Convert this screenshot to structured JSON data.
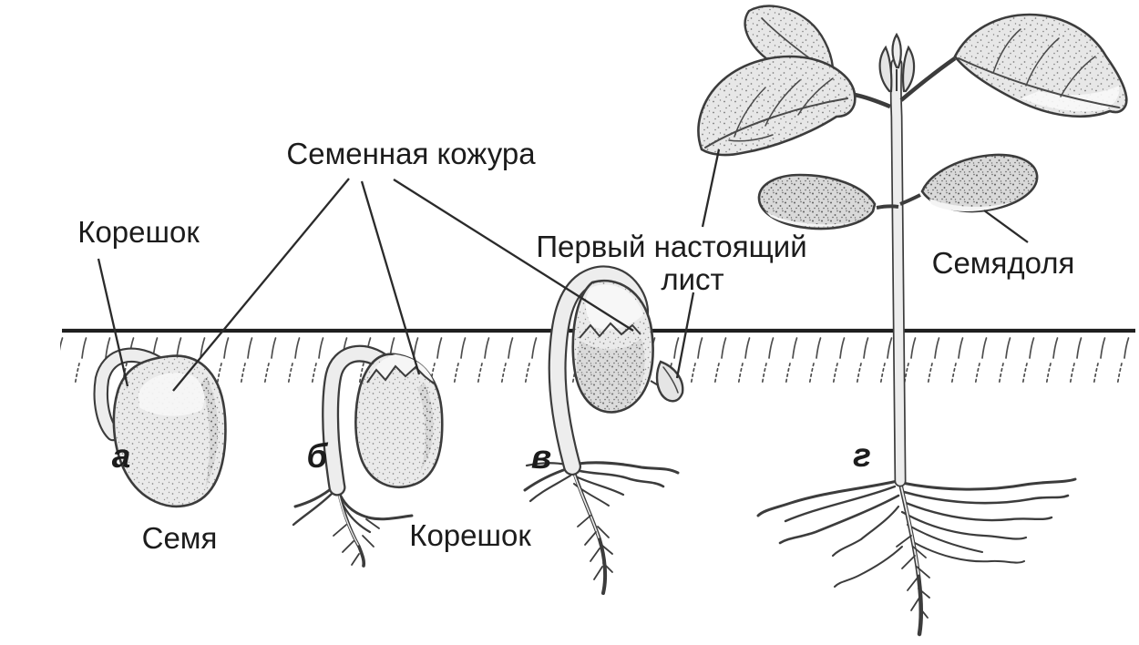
{
  "figure": {
    "background_color": "#ffffff",
    "text_color": "#1c1c1c",
    "line_art_color": "#3c3c3c",
    "fill_light_color": "#eaeaea",
    "fill_dark_color": "#d7d7d7",
    "labels": {
      "seed_coat": "Семенная кожура",
      "radicle_top": "Корешок",
      "first_true_leaf_line1": "Первый настоящий",
      "first_true_leaf_line2": "лист",
      "cotyledon": "Семядоля",
      "seed": "Семя",
      "radicle_bottom": "Корешок"
    },
    "stage_letters": {
      "a": "а",
      "b": "б",
      "v": "в",
      "g": "г"
    }
  }
}
